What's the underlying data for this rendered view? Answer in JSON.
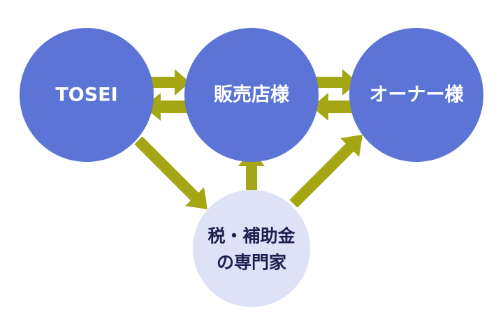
{
  "colors": {
    "primary_node": "#5b74d6",
    "secondary_node": "#dde2f6",
    "arrow": "#a5a614",
    "primary_text": "#ffffff",
    "secondary_text": "#1a2150"
  },
  "nodes": {
    "tosei": {
      "label": "TOSEI"
    },
    "dealer": {
      "label": "販売店様"
    },
    "owner": {
      "label": "オーナー様"
    },
    "expert": {
      "line1": "税・補助金",
      "line2": "の専門家"
    }
  }
}
